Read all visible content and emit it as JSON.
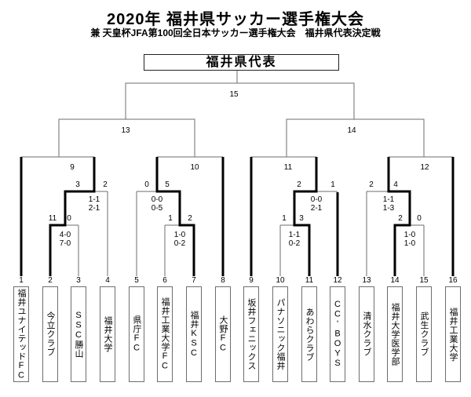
{
  "header": {
    "title": "2020年 福井県サッカー選手権大会",
    "subtitle": "兼 天皇杯JFA第100回全日本サッカー選手権大会　福井県代表決定戦"
  },
  "champion_box": {
    "label": "福井県代表"
  },
  "bracket": {
    "final": {
      "match_no": "15"
    },
    "semifinals": [
      {
        "match_no": "13"
      },
      {
        "match_no": "14"
      }
    ],
    "quarterfinals": [
      {
        "match_no": "9"
      },
      {
        "match_no": "10"
      },
      {
        "match_no": "11"
      },
      {
        "match_no": "12"
      }
    ],
    "round2": [
      {
        "left_total": "3",
        "right_total": "2",
        "leg1": "1-1",
        "leg2": "2-1"
      },
      {
        "left_total": "0",
        "right_total": "5",
        "leg1": "0-0",
        "leg2": "0-5"
      },
      {
        "left_total": "2",
        "right_total": "1",
        "leg1": "0-0",
        "leg2": "2-1"
      },
      {
        "left_total": "2",
        "right_total": "4",
        "leg1": "1-1",
        "leg2": "1-3"
      }
    ],
    "round1": [
      {
        "left_total": "11",
        "right_total": "0",
        "leg1": "4-0",
        "leg2": "7-0"
      },
      {
        "left_total": "1",
        "right_total": "2",
        "leg1": "1-0",
        "leg2": "0-2"
      },
      {
        "left_total": "1",
        "right_total": "3",
        "leg1": "1-1",
        "leg2": "0-2"
      },
      {
        "left_total": "2",
        "right_total": "0",
        "leg1": "1-0",
        "leg2": "1-0"
      }
    ]
  },
  "teams": [
    {
      "no": "1",
      "name": "福井ユナイテッドFC"
    },
    {
      "no": "2",
      "name": "今立クラブ"
    },
    {
      "no": "3",
      "name": "SSC勝山"
    },
    {
      "no": "4",
      "name": "福井大学"
    },
    {
      "no": "5",
      "name": "県庁FC"
    },
    {
      "no": "6",
      "name": "福井工業大学FC"
    },
    {
      "no": "7",
      "name": "福井KSC"
    },
    {
      "no": "8",
      "name": "大野FC"
    },
    {
      "no": "9",
      "name": "坂井フェニックス"
    },
    {
      "no": "10",
      "name": "パナソニック福井"
    },
    {
      "no": "11",
      "name": "あわらクラブ"
    },
    {
      "no": "12",
      "name": "CC'BOYS"
    },
    {
      "no": "13",
      "name": "清水クラブ"
    },
    {
      "no": "14",
      "name": "福井大学医学部"
    },
    {
      "no": "15",
      "name": "武生クラブ"
    },
    {
      "no": "16",
      "name": "福井工業大学"
    }
  ]
}
